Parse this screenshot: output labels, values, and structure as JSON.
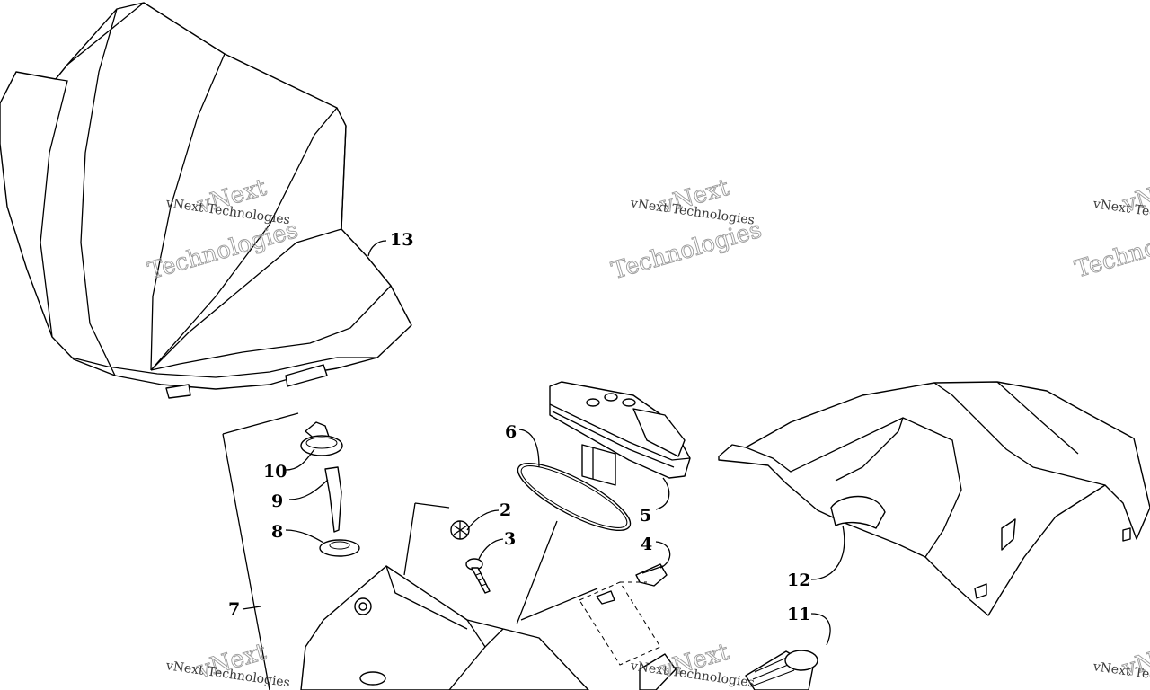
{
  "callouts": {
    "c2": "2",
    "c3": "3",
    "c4": "4",
    "c5": "5",
    "c6": "6",
    "c7": "7",
    "c8": "8",
    "c9": "9",
    "c10": "10",
    "c11": "11",
    "c12": "12",
    "c13": "13"
  },
  "watermark": {
    "small": "vNext Technologies",
    "big_top": "vNext",
    "big_bottom": "Technologies"
  }
}
